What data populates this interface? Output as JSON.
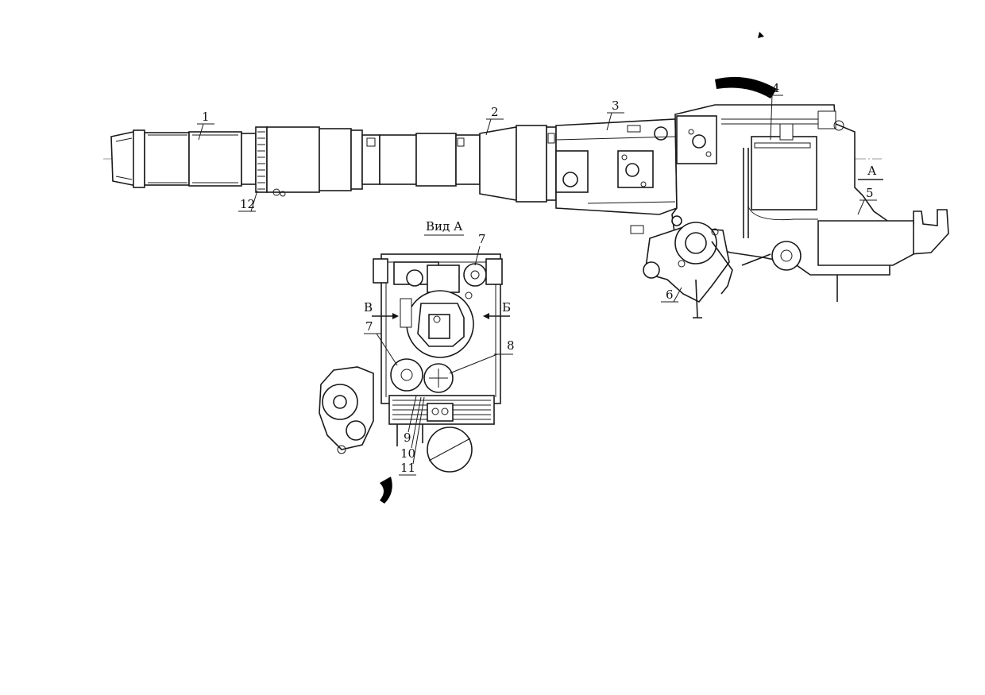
{
  "drawing": {
    "view_title": "Вид А",
    "callouts": {
      "c1": "1",
      "c2": "2",
      "c3": "3",
      "c4": "4",
      "c5": "5",
      "c6": "6",
      "c7a": "7",
      "c7b": "7",
      "c8": "8",
      "c9": "9",
      "c10": "10",
      "c11": "11",
      "c12": "12"
    },
    "section_marks": {
      "a": "А",
      "b": "Б",
      "v": "В"
    }
  },
  "colors": {
    "ink": "#1a1a1a",
    "paper": "#ffffff"
  }
}
